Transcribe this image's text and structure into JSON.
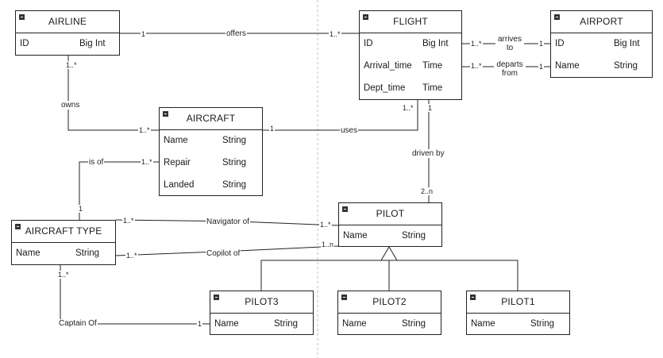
{
  "entities": {
    "airline": {
      "title": "AIRLINE",
      "attrs": [
        {
          "name": "ID",
          "type": "Big Int"
        }
      ]
    },
    "flight": {
      "title": "FLIGHT",
      "attrs": [
        {
          "name": "ID",
          "type": "Big Int"
        },
        {
          "name": "Arrival_time",
          "type": "Time"
        },
        {
          "name": "Dept_time",
          "type": "Time"
        }
      ]
    },
    "airport": {
      "title": "AIRPORT",
      "attrs": [
        {
          "name": "ID",
          "type": "Big Int"
        },
        {
          "name": "Name",
          "type": "String"
        }
      ]
    },
    "aircraft": {
      "title": "AIRCRAFT",
      "attrs": [
        {
          "name": "Name",
          "type": "String"
        },
        {
          "name": "Repair",
          "type": "String"
        },
        {
          "name": "Landed",
          "type": "String"
        }
      ]
    },
    "aircraft_type": {
      "title": "AIRCRAFT TYPE",
      "attrs": [
        {
          "name": "Name",
          "type": "String"
        }
      ]
    },
    "pilot": {
      "title": "PILOT",
      "attrs": [
        {
          "name": "Name",
          "type": "String"
        }
      ]
    },
    "pilot3": {
      "title": "PILOT3",
      "attrs": [
        {
          "name": "Name",
          "type": "String"
        }
      ]
    },
    "pilot2": {
      "title": "PILOT2",
      "attrs": [
        {
          "name": "Name",
          "type": "String"
        }
      ]
    },
    "pilot1": {
      "title": "PILOT1",
      "attrs": [
        {
          "name": "Name",
          "type": "String"
        }
      ]
    }
  },
  "relations": {
    "offers": {
      "label": "offers",
      "m_airline": "1",
      "m_flight": "1..*"
    },
    "arrives": {
      "label_line1": "arrives",
      "label_line2": "to",
      "m_flight": "1..*",
      "m_airport": "1"
    },
    "departs": {
      "label_line1": "departs",
      "label_line2": "from",
      "m_flight": "1..*",
      "m_airport": "1"
    },
    "owns": {
      "label": "owns",
      "m_airline": "1..*",
      "m_aircraft": "1..*"
    },
    "uses": {
      "label": "uses",
      "m_aircraft": "1",
      "m_flight": "1..*"
    },
    "driven_by": {
      "label": "driven by",
      "m_flight": "1",
      "m_pilot": "2..n"
    },
    "is_of": {
      "label": "is of",
      "m_aircraft": "1..*",
      "m_type": "1"
    },
    "navigator_of": {
      "label": "Navigator of",
      "m_type": "1..*",
      "m_pilot": "1..*"
    },
    "copilot_of": {
      "label": "Copilot of",
      "m_type": "1..*",
      "m_pilot": "1..n"
    },
    "captain_of": {
      "label": "Captain Of",
      "m_type": "1..*",
      "m_pilot3": "1"
    }
  }
}
